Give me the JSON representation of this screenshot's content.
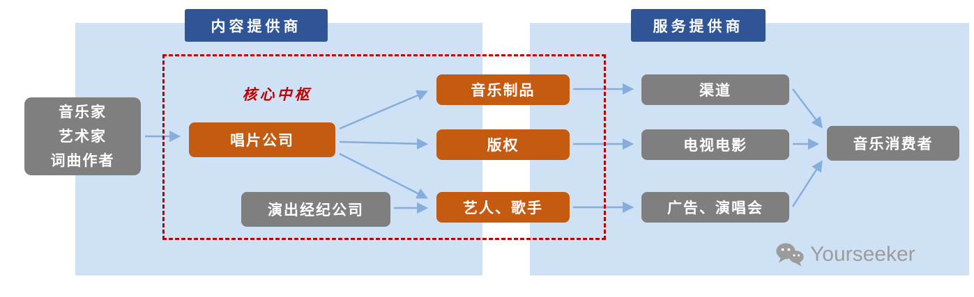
{
  "headers": {
    "content_provider": "内容提供商",
    "service_provider": "服务提供商"
  },
  "core_hub_label": "核心中枢",
  "creators": {
    "lines": [
      "音乐家",
      "艺术家",
      "词曲作者"
    ]
  },
  "nodes": {
    "record_company": "唱片公司",
    "agency": "演出经纪公司",
    "music_products": "音乐制品",
    "copyright": "版权",
    "artists_singers": "艺人、歌手",
    "channels": "渠道",
    "tv_movies": "电视电影",
    "ads_concerts": "广告、演唱会",
    "consumers": "音乐消费者"
  },
  "edges": [
    {
      "from": "creators",
      "to": "record_company"
    },
    {
      "from": "record_company",
      "to": "music_products"
    },
    {
      "from": "record_company",
      "to": "copyright"
    },
    {
      "from": "record_company",
      "to": "artists_singers"
    },
    {
      "from": "agency",
      "to": "artists_singers"
    },
    {
      "from": "music_products",
      "to": "channels"
    },
    {
      "from": "copyright",
      "to": "tv_movies"
    },
    {
      "from": "artists_singers",
      "to": "ads_concerts"
    },
    {
      "from": "channels",
      "to": "consumers"
    },
    {
      "from": "tv_movies",
      "to": "consumers"
    },
    {
      "from": "ads_concerts",
      "to": "consumers"
    }
  ],
  "colors": {
    "panel_blue": "#cfe1f5",
    "badge_blue": "#2f5597",
    "box_orange": "#c55a11",
    "box_gray": "#7f7f7f",
    "dashed_red": "#c00000",
    "arrow_blue": "#85aedc",
    "watermark_gray": "#9c9c9c"
  },
  "watermark": {
    "text": "Yourseeker"
  }
}
